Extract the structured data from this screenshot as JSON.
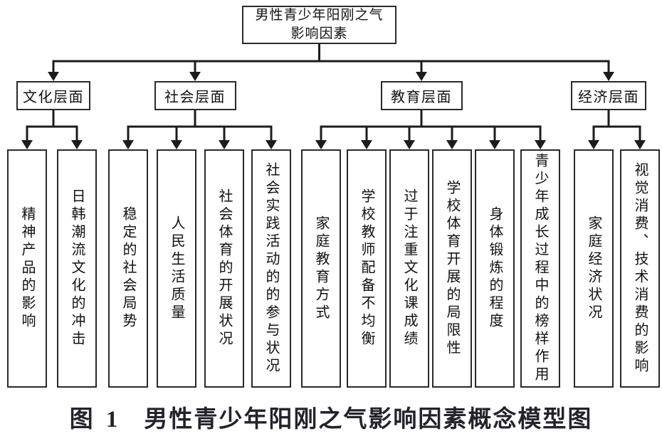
{
  "diagram": {
    "root": {
      "line1": "男性青少年阳刚之气",
      "line2": "影响因素"
    },
    "groups": [
      {
        "label": "文化层面",
        "children": [
          "精神产品的影响",
          "日韩潮流文化的冲击"
        ]
      },
      {
        "label": "社会层面",
        "children": [
          "稳定的社会局势",
          "人民生活质量",
          "社会体育的开展状况",
          "社会实践活动的的参与状况"
        ]
      },
      {
        "label": "教育层面",
        "children": [
          "家庭教育方式",
          "学校教师配备不均衡",
          "过于注重文化课成绩",
          "学校体育开展的局限性",
          "身体锻炼的程度",
          "青少年成长过程中的榜样作用"
        ]
      },
      {
        "label": "经济层面",
        "children": [
          "家庭经济状况",
          "视觉消费、技术消费的影响"
        ]
      }
    ]
  },
  "caption": {
    "figure_label": "图 1",
    "title": "男性青少年阳刚之气影响因素概念模型图"
  },
  "colors": {
    "line": "#1c1c1c",
    "box_border": "#2a2a2a",
    "background": "#ffffff",
    "text": "#111111",
    "caption_text": "#23232b"
  }
}
